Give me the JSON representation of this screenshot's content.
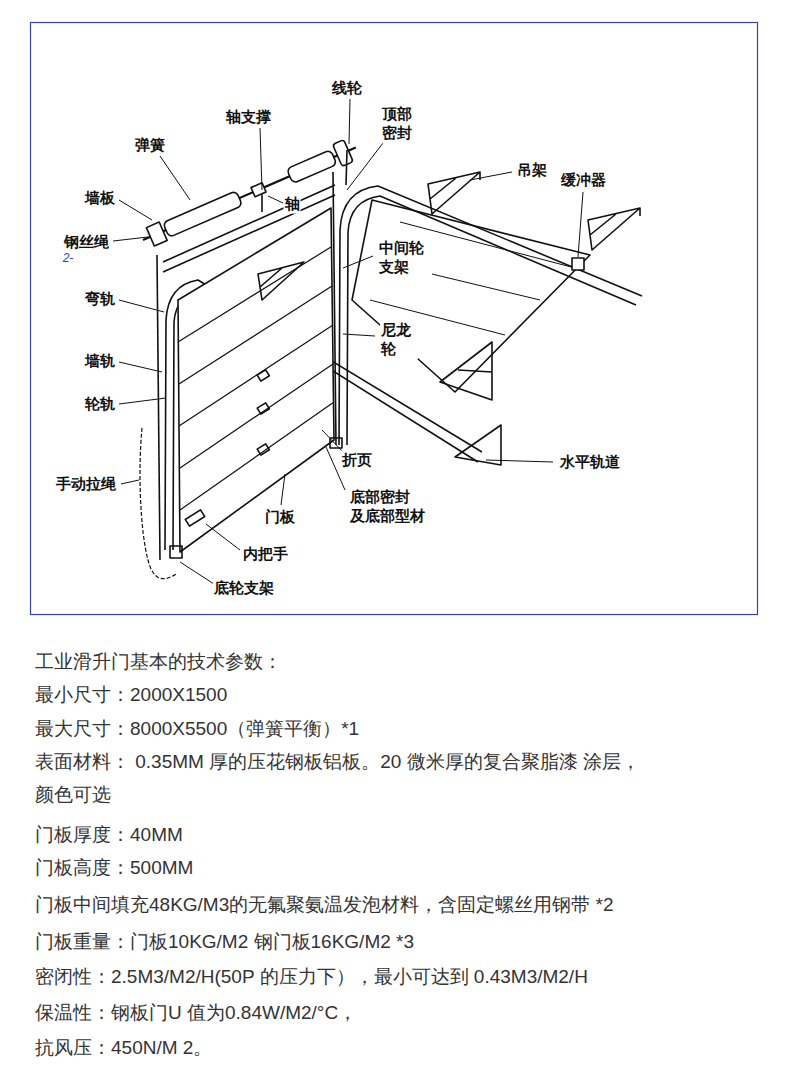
{
  "diagram": {
    "labels": [
      "线轮",
      "轴支撑",
      "顶部 密封",
      "弹簧",
      "吊架",
      "缓冲器",
      "墙板",
      "轴",
      "钢丝绳",
      "2-",
      "中间轮 支架",
      "弯轨",
      "尼龙 轮",
      "墙轨",
      "轮轨",
      "折页",
      "水平轨道",
      "手动拉绳",
      "底部密封 及底部型材",
      "门板",
      "内把手",
      "底轮支架",
      "工业滑升门基本的技术参数：",
      "最小尺寸：2000X1500",
      "最大尺寸：8000X5500（弹簧平衡）*1",
      "表面材料： 0.35MM 厚的压花钢板铝板。20 微米厚的复合聚脂漆 涂层，颜色可选",
      "门板厚度：40MM",
      "门板高度：500MM",
      "门板中间填充48KG/M3的无氟聚氨温发泡材料，含固定螺丝用钢带 *2",
      "门板重量：门板10KG/M2 钢门板16KG/M2 *3",
      "密闭性：2.5M3/M2/H(50P 的压力下），最小可达到 0.43M3/M2/H",
      "保温性：钢板门U 值为0.84W/M2/°C，",
      "抗风压：450N/M 2。"
    ]
  }
}
